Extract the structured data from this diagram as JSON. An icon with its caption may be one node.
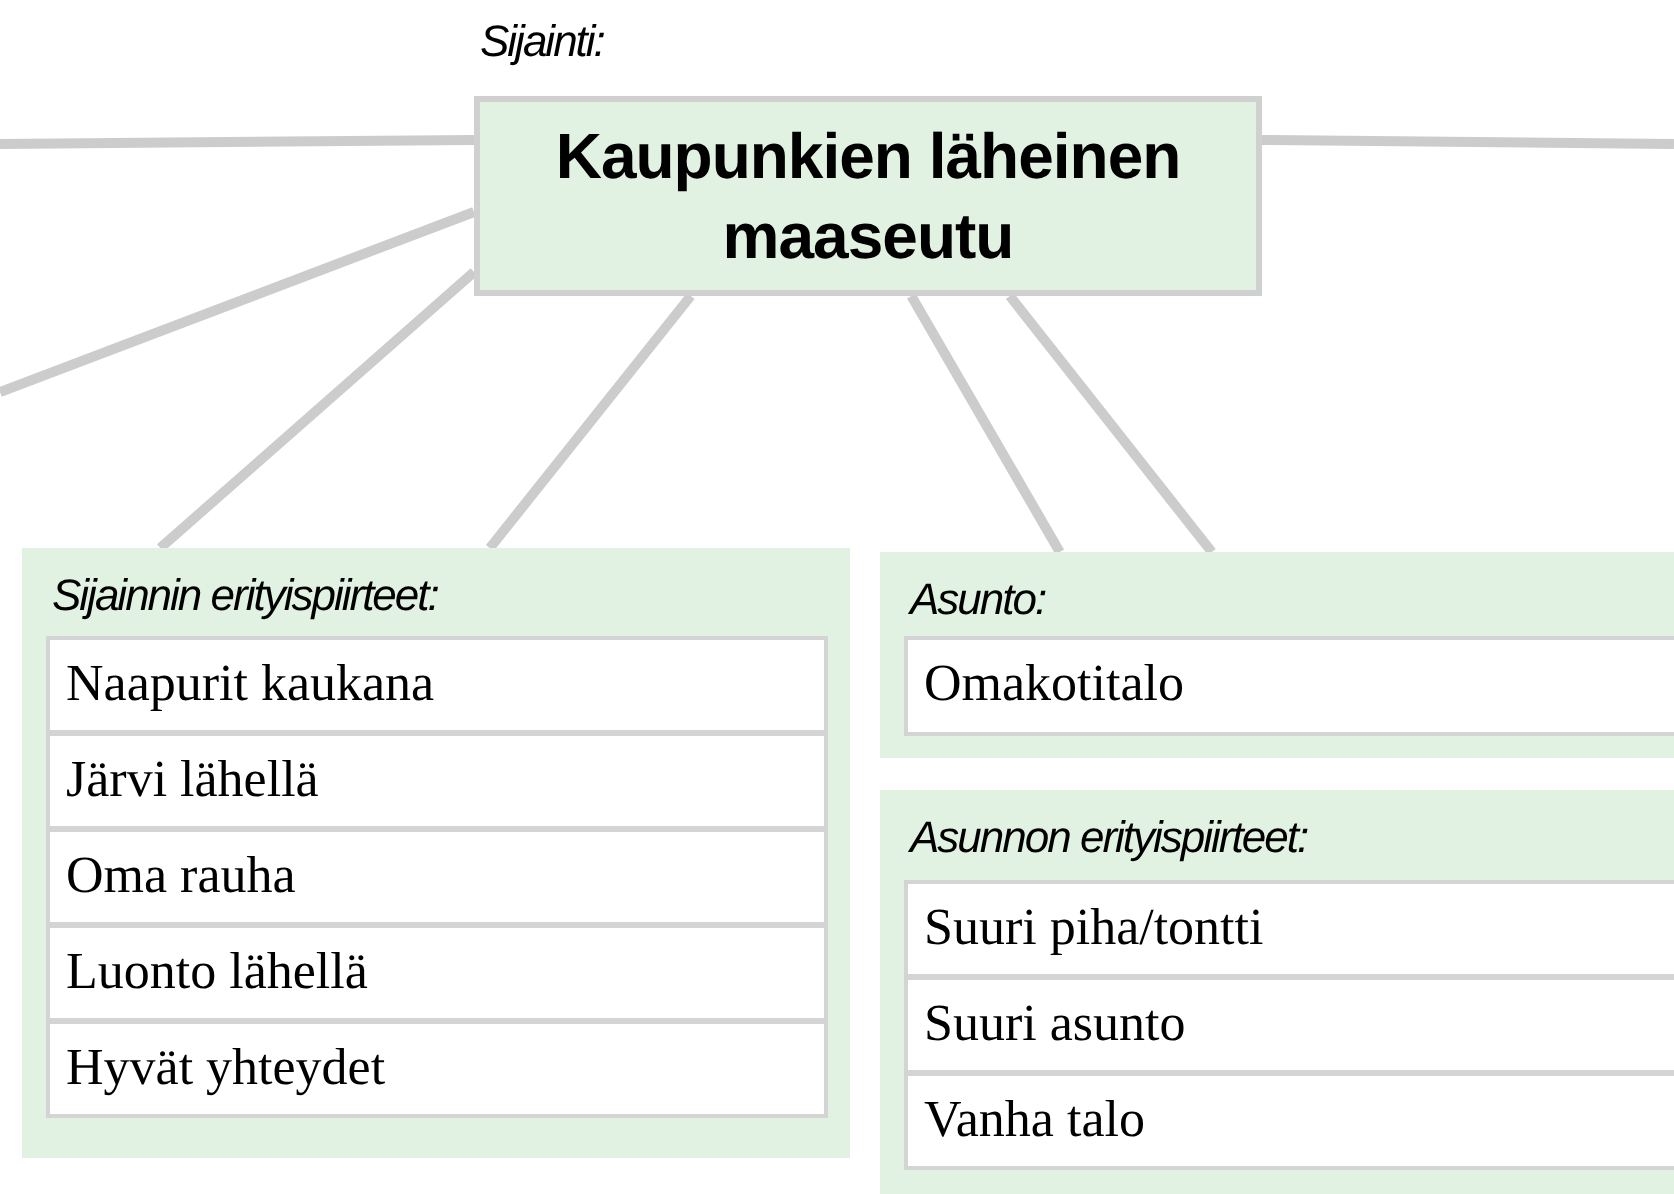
{
  "diagram": {
    "nodes": [
      {
        "text": [
          "Sijainti:",
          "Kaupunkien läheinen maaseutu"
        ]
      },
      {
        "text": [
          "Sijainnin erityispiirteet:"
        ]
      },
      {
        "text": [
          "Naapurit kaukana"
        ],
        "in": 1
      },
      {
        "text": [
          "Järvi lähellä"
        ],
        "in": 1
      },
      {
        "text": [
          "Oma rauha"
        ],
        "in": 1
      },
      {
        "text": [
          "Luonto lähellä"
        ],
        "in": 1
      },
      {
        "text": [
          "Hyvät yhteydet"
        ],
        "in": 1
      },
      {
        "text": [
          "Asunto:"
        ]
      },
      {
        "text": [
          "Omakotitalo"
        ],
        "in": 7
      },
      {
        "text": [
          "Asunnon erityispiirteet:"
        ]
      },
      {
        "text": [
          "Suuri piha/tontti"
        ],
        "in": 9
      },
      {
        "text": [
          "Suuri asunto"
        ],
        "in": 9
      },
      {
        "text": [
          "Vanha talo"
        ],
        "in": 9
      }
    ],
    "edges": [
      {
        "from": 0,
        "to": null,
        "arrow": "none"
      },
      {
        "from": 0,
        "to": null,
        "arrow": "none"
      },
      {
        "from": 0,
        "to": null,
        "arrow": "none"
      },
      {
        "from": 0,
        "to": 1,
        "arrow": "none"
      },
      {
        "from": 0,
        "to": 1,
        "arrow": "none"
      },
      {
        "from": 0,
        "to": 7,
        "arrow": "none"
      },
      {
        "from": 0,
        "to": 7,
        "arrow": "none"
      }
    ]
  }
}
